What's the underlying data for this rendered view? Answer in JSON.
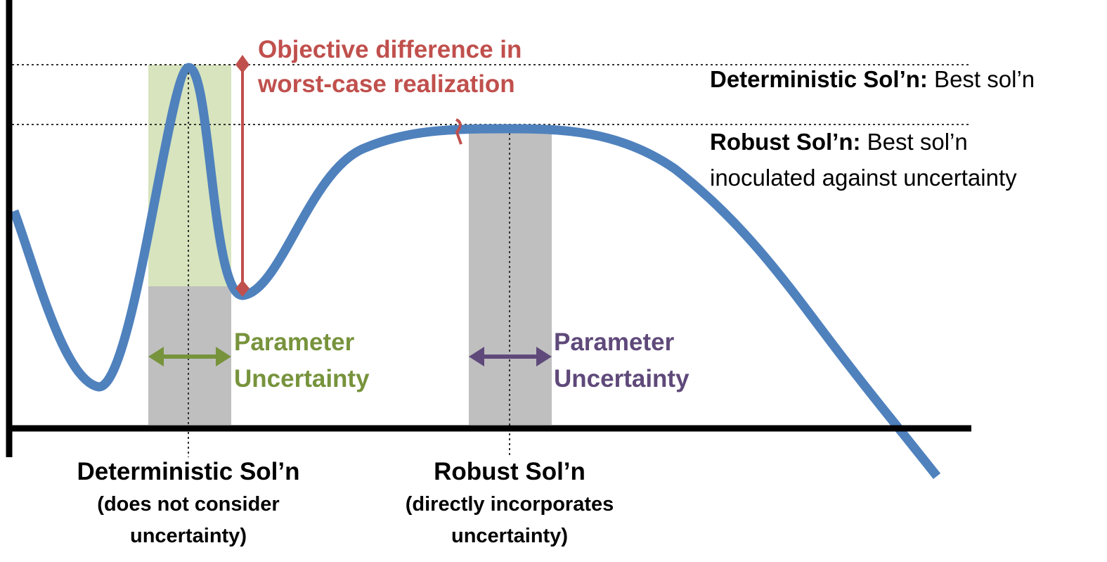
{
  "annotation": {
    "line1": "Objective difference in",
    "line2": "worst-case realization"
  },
  "legend": {
    "deterministic": {
      "bold": "Deterministic Sol’n:",
      "rest": " Best sol’n"
    },
    "robust": {
      "bold": "Robust Sol’n:",
      "rest": " Best sol’n",
      "line2": "inoculated against uncertainty"
    }
  },
  "uncertainty": {
    "deterministic": {
      "line1": "Parameter",
      "line2": "Uncertainty"
    },
    "robust": {
      "line1": "Parameter",
      "line2": "Uncertainty"
    }
  },
  "bottom_labels": {
    "deterministic": {
      "title": "Deterministic Sol’n",
      "sub1": "(does not consider",
      "sub2": "uncertainty)"
    },
    "robust": {
      "title": "Robust Sol’n",
      "sub1": "(directly incorporates",
      "sub2": "uncertainty)"
    }
  },
  "colors": {
    "curve": "#4F81BD",
    "annotation": "#C0504D",
    "deterministic_uncertainty": "#77933C",
    "robust_uncertainty": "#5F497A",
    "gray_band": "#BFBFBF",
    "green_band": "#D7E4BD",
    "axis": "#000000",
    "text": "#000000"
  }
}
